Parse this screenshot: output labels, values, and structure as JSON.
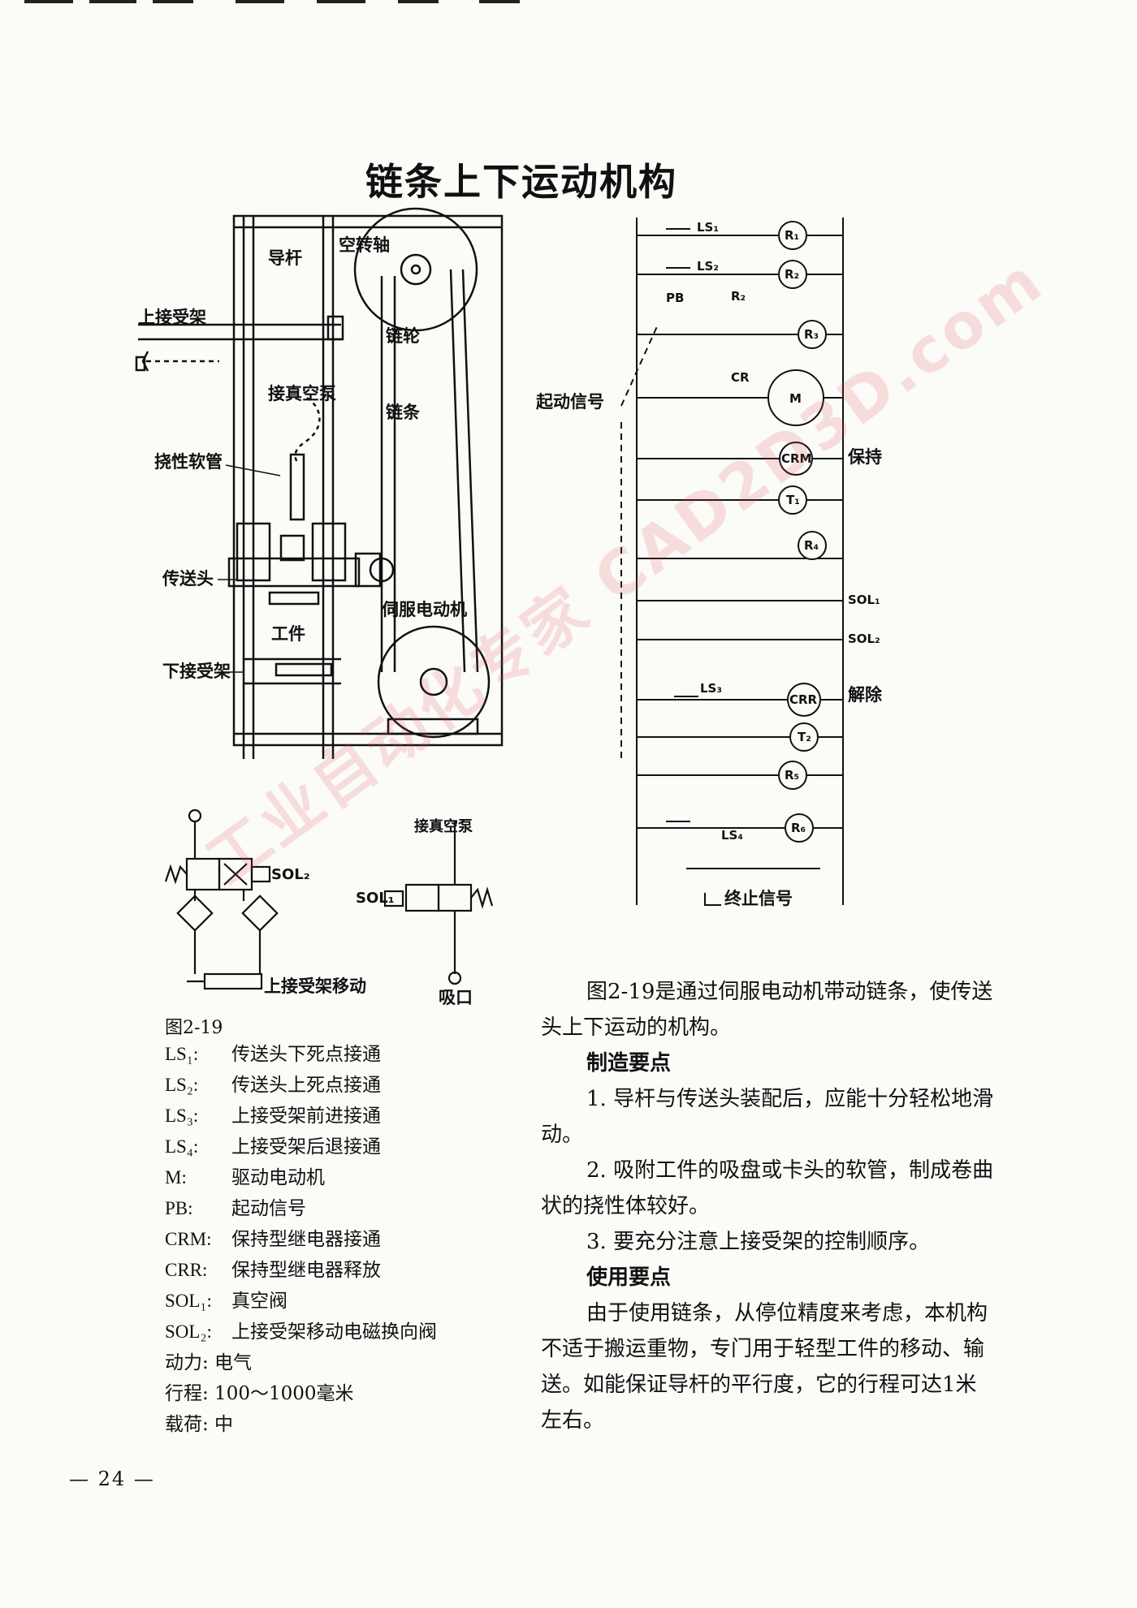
{
  "title": "链条上下运动机构",
  "mechanism": {
    "labels": {
      "guide_rod": "导杆",
      "idler_shaft": "空转轴",
      "upper_rack": "上接受架",
      "sprocket": "链轮",
      "vacuum_pump": "接真空泵",
      "chain": "链条",
      "flexible_hose": "挠性软管",
      "transfer_head": "传送头",
      "servo_motor": "伺服电动机",
      "workpiece": "工件",
      "lower_rack": "下接受架"
    }
  },
  "pneumatic": {
    "labels": {
      "vacuum_pump": "接真空泵",
      "sol1": "SOL₁",
      "sol2": "SOL₂",
      "upper_rack_move": "上接受架移动",
      "suction_port": "吸口"
    }
  },
  "ladder": {
    "labels": {
      "start_signal": "起动信号",
      "hold": "保持",
      "release": "解除",
      "stop_signal": "终止信号",
      "LS1": "LS₁",
      "LS2": "LS₂",
      "LS3": "LS₃",
      "LS4": "LS₄",
      "PB": "PB",
      "CR": "CR",
      "M": "M",
      "R1": "R₁",
      "R2": "R₂",
      "R3": "R₃",
      "R4": "R₄",
      "R5": "R₅",
      "R6": "R₆",
      "CRM": "CRM",
      "CRR": "CRR",
      "T1": "T₁",
      "T2": "T₂",
      "SOL1": "SOL₁",
      "SOL2": "SOL₂"
    }
  },
  "figure_caption": "图2-19",
  "legend": [
    {
      "code": "LS₁:",
      "desc": "传送头下死点接通"
    },
    {
      "code": "LS₂:",
      "desc": "传送头上死点接通"
    },
    {
      "code": "LS₃:",
      "desc": "上接受架前进接通"
    },
    {
      "code": "LS₄:",
      "desc": "上接受架后退接通"
    },
    {
      "code": "M:",
      "desc": "驱动电动机"
    },
    {
      "code": "PB:",
      "desc": "起动信号"
    },
    {
      "code": "CRM:",
      "desc": "保持型继电器接通"
    },
    {
      "code": "CRR:",
      "desc": "保持型继电器释放"
    },
    {
      "code": "SOL₁:",
      "desc": "真空阀"
    },
    {
      "code": "SOL₂:",
      "desc": "上接受架移动电磁换向阀"
    }
  ],
  "specs": {
    "power": "动力: 电气",
    "stroke": "行程: 100～1000毫米",
    "load": "载荷: 中"
  },
  "body": {
    "intro": "图2-19是通过伺服电动机带动链条，使传送头上下运动的机构。",
    "manufacturing_heading": "制造要点",
    "manufacturing": [
      "1. 导杆与传送头装配后，应能十分轻松地滑动。",
      "2. 吸附工件的吸盘或卡头的软管，制成卷曲状的挠性体较好。",
      "3. 要充分注意上接受架的控制顺序。"
    ],
    "usage_heading": "使用要点",
    "usage": "由于使用链条，从停位精度来考虑，本机构不适于搬运重物，专门用于轻型工件的移动、输送。如能保证导杆的平行度，它的行程可达1米左右。"
  },
  "page_number": "— 24 —",
  "watermark": "工业自动化专家 CAD2D3D.com"
}
